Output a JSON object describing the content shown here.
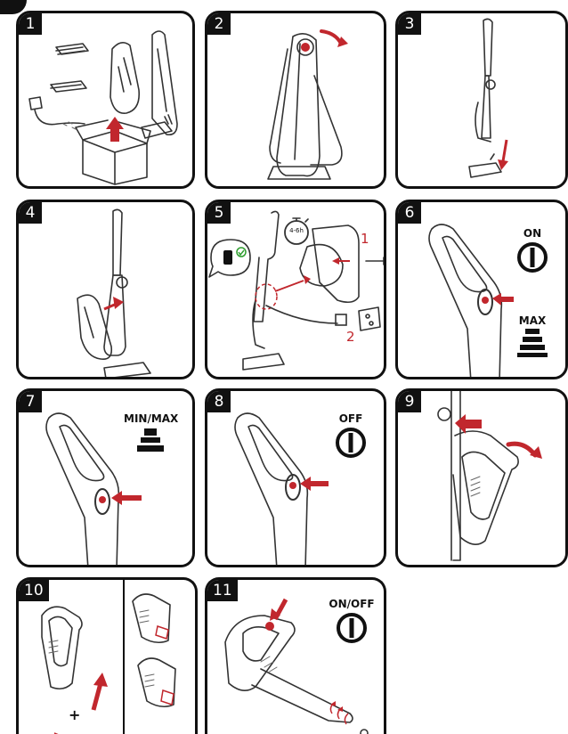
{
  "panels": [
    {
      "number": "1"
    },
    {
      "number": "2"
    },
    {
      "number": "3"
    },
    {
      "number": "4"
    },
    {
      "number": "5",
      "callout_1": "1",
      "callout_2": "2",
      "timer": "4-6h"
    },
    {
      "number": "6",
      "label_top": "ON",
      "label_bottom": "MAX"
    },
    {
      "number": "7",
      "label_top": "MIN/MAX"
    },
    {
      "number": "8",
      "label_top": "OFF"
    },
    {
      "number": "9"
    },
    {
      "number": "10",
      "plus": "+"
    },
    {
      "number": "11",
      "label_top": "ON/OFF"
    }
  ],
  "colors": {
    "accent": "#c1272d",
    "outline": "#111111"
  },
  "icons": [
    "power-icon",
    "power-level-icon",
    "battery-icon",
    "stopwatch-icon",
    "arrow-icon"
  ]
}
